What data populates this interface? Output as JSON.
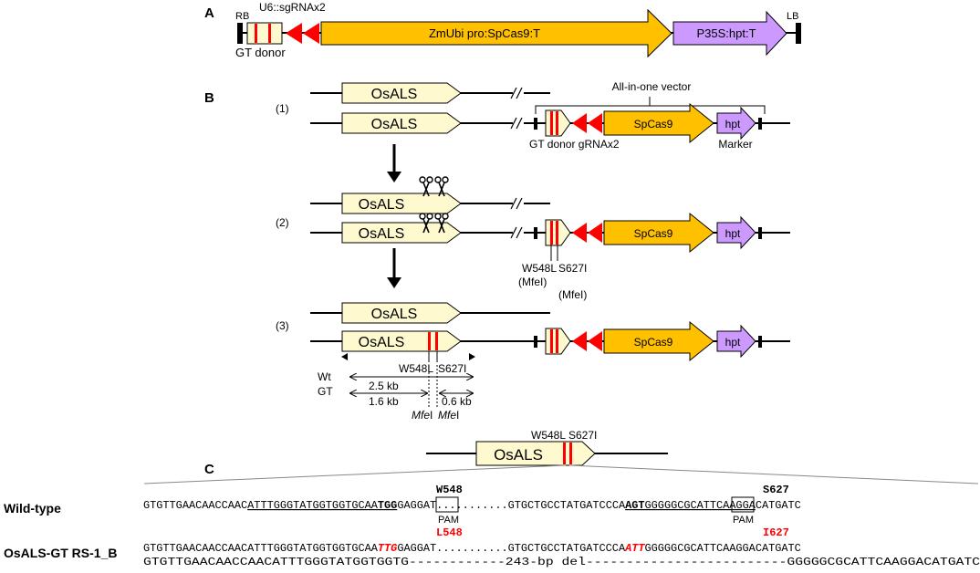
{
  "panels": {
    "a": "A",
    "b": "B",
    "c": "C"
  },
  "panel_a": {
    "rb": "RB",
    "lb": "LB",
    "u6_label": "U6::sgRNAx2",
    "gt_donor": "GT donor",
    "cas9_cassette": "ZmUbi pro:SpCas9:T",
    "hpt_cassette": "P35S:hpt:T"
  },
  "panel_b": {
    "step1": "(1)",
    "step2": "(2)",
    "step3": "(3)",
    "gene": "OsALS",
    "vector_title": "All-in-one vector",
    "gt_donor_grna": "GT donor gRNAx2",
    "spcas9": "SpCas9",
    "hpt": "hpt",
    "marker": "Marker",
    "mut1": "W548L",
    "mut2": "S627I",
    "mfe_paren": "(MfeI)",
    "wt": "Wt",
    "gt": "GT",
    "size_wt": "2.5 kb",
    "size_gt1": "1.6 kb",
    "size_gt2": "0.6 kb",
    "mfe_italic": "Mfe",
    "mfe_suffix": "I"
  },
  "panel_c": {
    "gene": "OsALS",
    "mut1": "W548L",
    "mut2": "S627I",
    "w548": "W548",
    "s627": "S627",
    "l548": "L548",
    "i627": "I627",
    "pam": "PAM",
    "wild_type_label": "Wild-type",
    "gt_label": "OsALS-GT RS-1_B",
    "wt_seq": {
      "s1": "GTGTTGAACAACCAAC",
      "s2": "ATTTGGGTATGGTGGTGCAA",
      "s3": "TGG",
      "s4": "GAGGAT",
      "s5": "...........",
      "s6": "GTGCTGCCTATGATC",
      "s7": "CCA",
      "s8": "AGT",
      "s9": "GGGGGCGCATTCAAGGA",
      "s10": "CATGATC"
    },
    "gt_seq": {
      "s1": "GTGTTGAACAACCAACATTTGGGTATGGTGGTGCAA",
      "s2": "TTG",
      "s3": "GAGGAT",
      "s4": "...........",
      "s5": "GTGCTGCCTATGATCCCA",
      "s6": "ATT",
      "s7": "GGGGGCGCATTCAAGGACATGATC"
    },
    "del_seq": "GTGTTGAACAACCAACATTTGGGTATGGTGGTG------------243-bp del-------------------------GGGGGCGCATTCAAGGACATGATC"
  },
  "colors": {
    "cas9": "#FFC000",
    "hpt": "#CC99FF",
    "gene_box": "#FFF9D0",
    "red_arrow": "#FF0000",
    "mutation": "#FF0000"
  }
}
